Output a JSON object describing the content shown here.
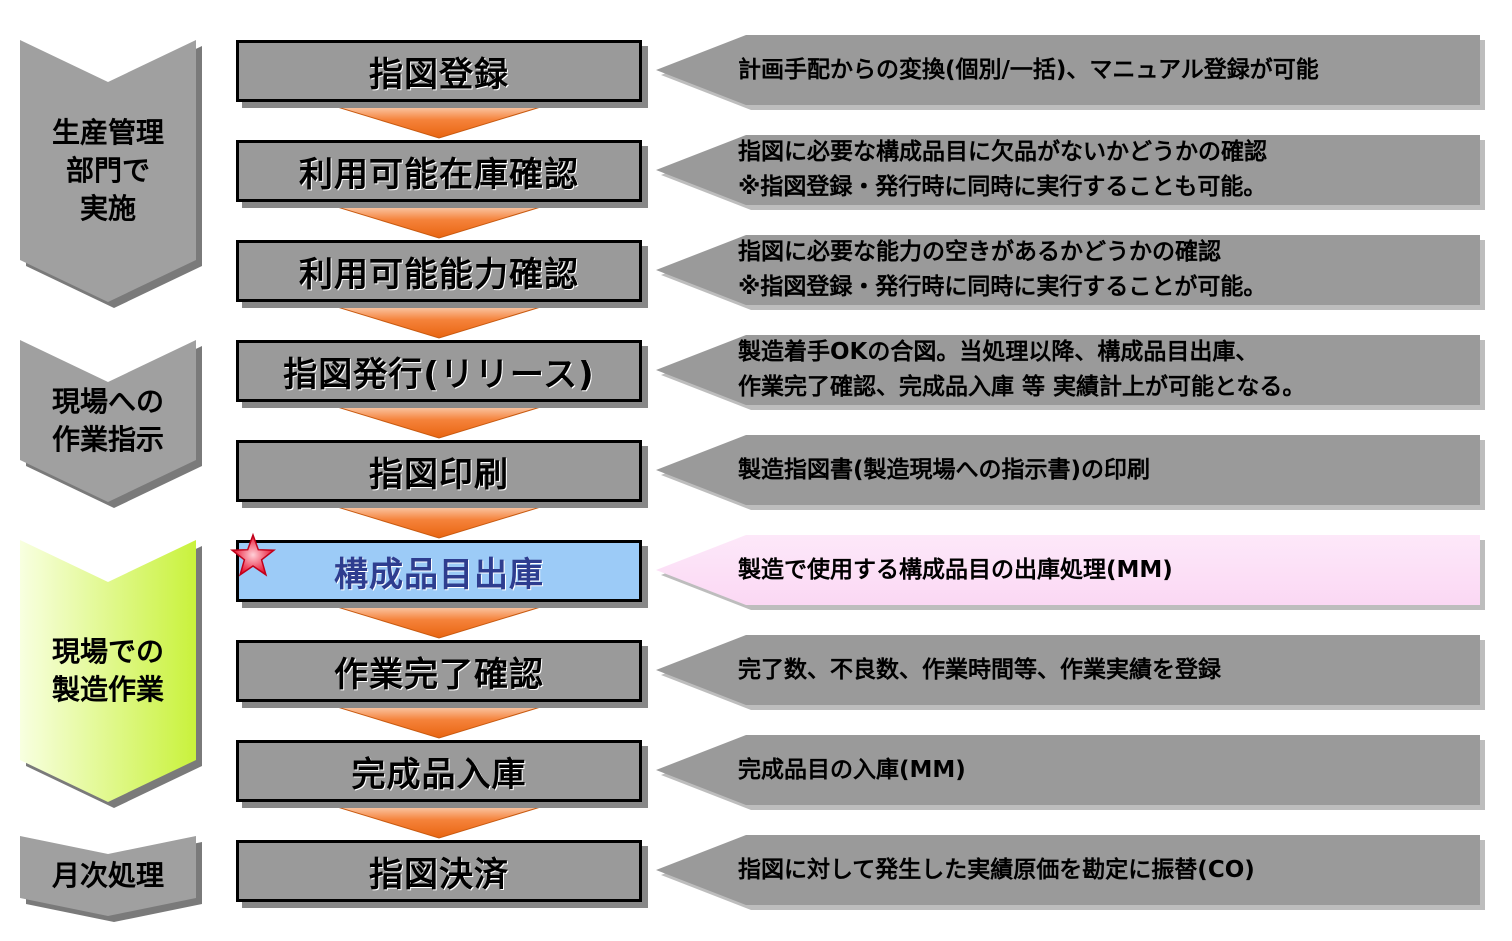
{
  "colors": {
    "gray_fill": "#9a9a9a",
    "highlight_fill": "#9ccbf7",
    "highlight_text": "#2e3d8f",
    "pink_fill": "#fbd8f4",
    "connector_orange": "#f5823a",
    "phase_gray": "#a0a0a0",
    "phase_green": "#c9f23c"
  },
  "phases": [
    {
      "text": "生産管理\n部門で\n実施",
      "style": "gray"
    },
    {
      "text": "現場への\n作業指示",
      "style": "gray"
    },
    {
      "text": "現場での\n製造作業",
      "style": "green"
    },
    {
      "text": "月次処理",
      "style": "gray"
    }
  ],
  "steps": [
    {
      "label": "指図登録",
      "highlight": false
    },
    {
      "label": "利用可能在庫確認",
      "highlight": false
    },
    {
      "label": "利用可能能力確認",
      "highlight": false
    },
    {
      "label": "指図発行(リリース)",
      "highlight": false
    },
    {
      "label": "指図印刷",
      "highlight": false
    },
    {
      "label": "構成品目出庫",
      "highlight": true
    },
    {
      "label": "作業完了確認",
      "highlight": false
    },
    {
      "label": "完成品入庫",
      "highlight": false
    },
    {
      "label": "指図決済",
      "highlight": false
    }
  ],
  "descriptions": [
    {
      "text": "計画手配からの変換(個別/一括)、マニュアル登録が可能",
      "highlight": false
    },
    {
      "text": "指図に必要な構成品目に欠品がないかどうかの確認\n※指図登録・発行時に同時に実行することも可能。",
      "highlight": false
    },
    {
      "text": "指図に必要な能力の空きがあるかどうかの確認\n※指図登録・発行時に同時に実行することが可能。",
      "highlight": false
    },
    {
      "text": "製造着手OKの合図。当処理以降、構成品目出庫、\n作業完了確認、完成品入庫 等 実績計上が可能となる。",
      "highlight": false
    },
    {
      "text": "製造指図書(製造現場への指示書)の印刷",
      "highlight": false
    },
    {
      "text": "製造で使用する構成品目の出庫処理(MM)",
      "highlight": true
    },
    {
      "text": "完了数、不良数、作業時間等、作業実績を登録",
      "highlight": false
    },
    {
      "text": "完成品目の入庫(MM)",
      "highlight": false
    },
    {
      "text": "指図に対して発生した実績原価を勘定に振替(CO)",
      "highlight": false
    }
  ],
  "star_marker": {
    "icon": "star-icon",
    "attached_to_step": 5
  }
}
